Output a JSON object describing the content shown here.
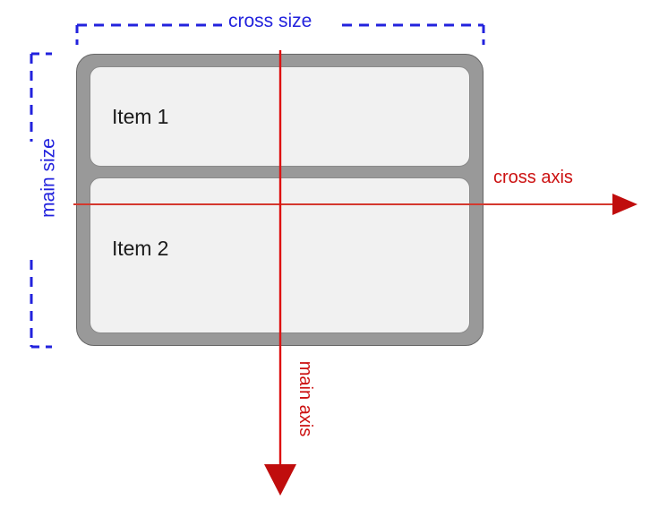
{
  "diagram": {
    "title": "flexbox-column-axes-diagram",
    "colors": {
      "axis_red": "#cc1111",
      "measure_blue": "#2222dd",
      "container_fill": "#999999",
      "container_border": "#666666",
      "item_fill": "#f1f1f1",
      "item_border": "#8a8a8a",
      "background": "#ffffff"
    }
  },
  "container": {
    "name": "flex-container",
    "items": [
      {
        "label": "Item 1"
      },
      {
        "label": "Item 2"
      }
    ]
  },
  "measures": {
    "cross_size_label": "cross size",
    "main_size_label": "main size"
  },
  "axes": {
    "cross_axis_label": "cross axis",
    "main_axis_label": "main axis"
  }
}
